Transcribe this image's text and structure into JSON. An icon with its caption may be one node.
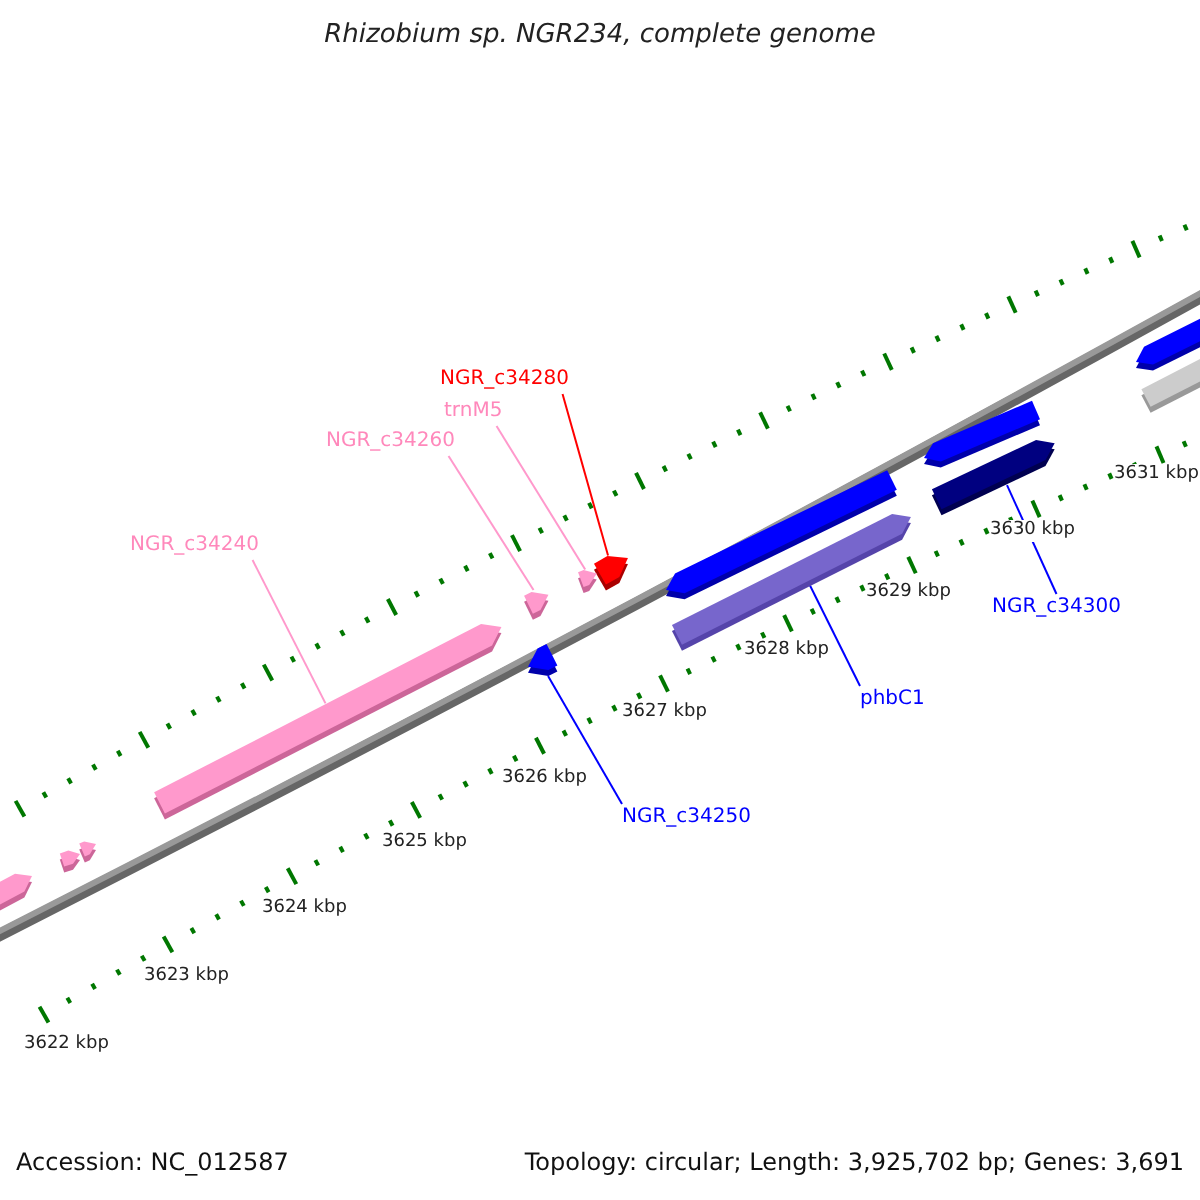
{
  "diagram": {
    "title": "Rhizobium sp. NGR234, complete genome",
    "nodes": [
      {
        "text": [
          "NGR_c34280"
        ]
      },
      {
        "text": [
          "trnM5"
        ]
      },
      {
        "text": [
          "NGR_c34260"
        ]
      },
      {
        "text": [
          "NGR_c34240"
        ]
      },
      {
        "text": [
          "NGR_c34300"
        ]
      },
      {
        "text": [
          "phbC1"
        ]
      },
      {
        "text": [
          "NGR_c34250"
        ]
      },
      {
        "text": [],
        "shape": "pentagon"
      },
      {
        "text": [],
        "shape": "pentagon"
      },
      {
        "text": [],
        "shape": "pentagon"
      },
      {
        "text": [],
        "shape": "pentagon"
      },
      {
        "text": [],
        "shape": "pentagon"
      },
      {
        "text": [],
        "shape": "pentagon"
      },
      {
        "text": [],
        "shape": "pentagon"
      }
    ],
    "edges": [
      {
        "from": 0,
        "to": 7,
        "arrow": "none",
        "color": "#ff0000"
      },
      {
        "from": 1,
        "to": 8,
        "arrow": "none"
      },
      {
        "from": 2,
        "to": 9,
        "arrow": "none"
      },
      {
        "from": 3,
        "to": 10,
        "arrow": "none"
      },
      {
        "from": 4,
        "to": 11,
        "arrow": "none",
        "color": "#0000ff"
      },
      {
        "from": 5,
        "to": 12,
        "arrow": "none",
        "color": "#0000ff"
      },
      {
        "from": 6,
        "to": 13,
        "arrow": "none",
        "color": "#0000ff"
      }
    ],
    "labels": [
      "3631 kbp",
      "3630 kbp",
      "3629 kbp",
      "3628 kbp",
      "3627 kbp",
      "3626 kbp",
      "3625 kbp",
      "3624 kbp",
      "3623 kbp",
      "3622 kbp",
      "Accession: NC_012587",
      "Topology: circular; Length: 3,925,702 bp; Genes: 3,691"
    ]
  }
}
